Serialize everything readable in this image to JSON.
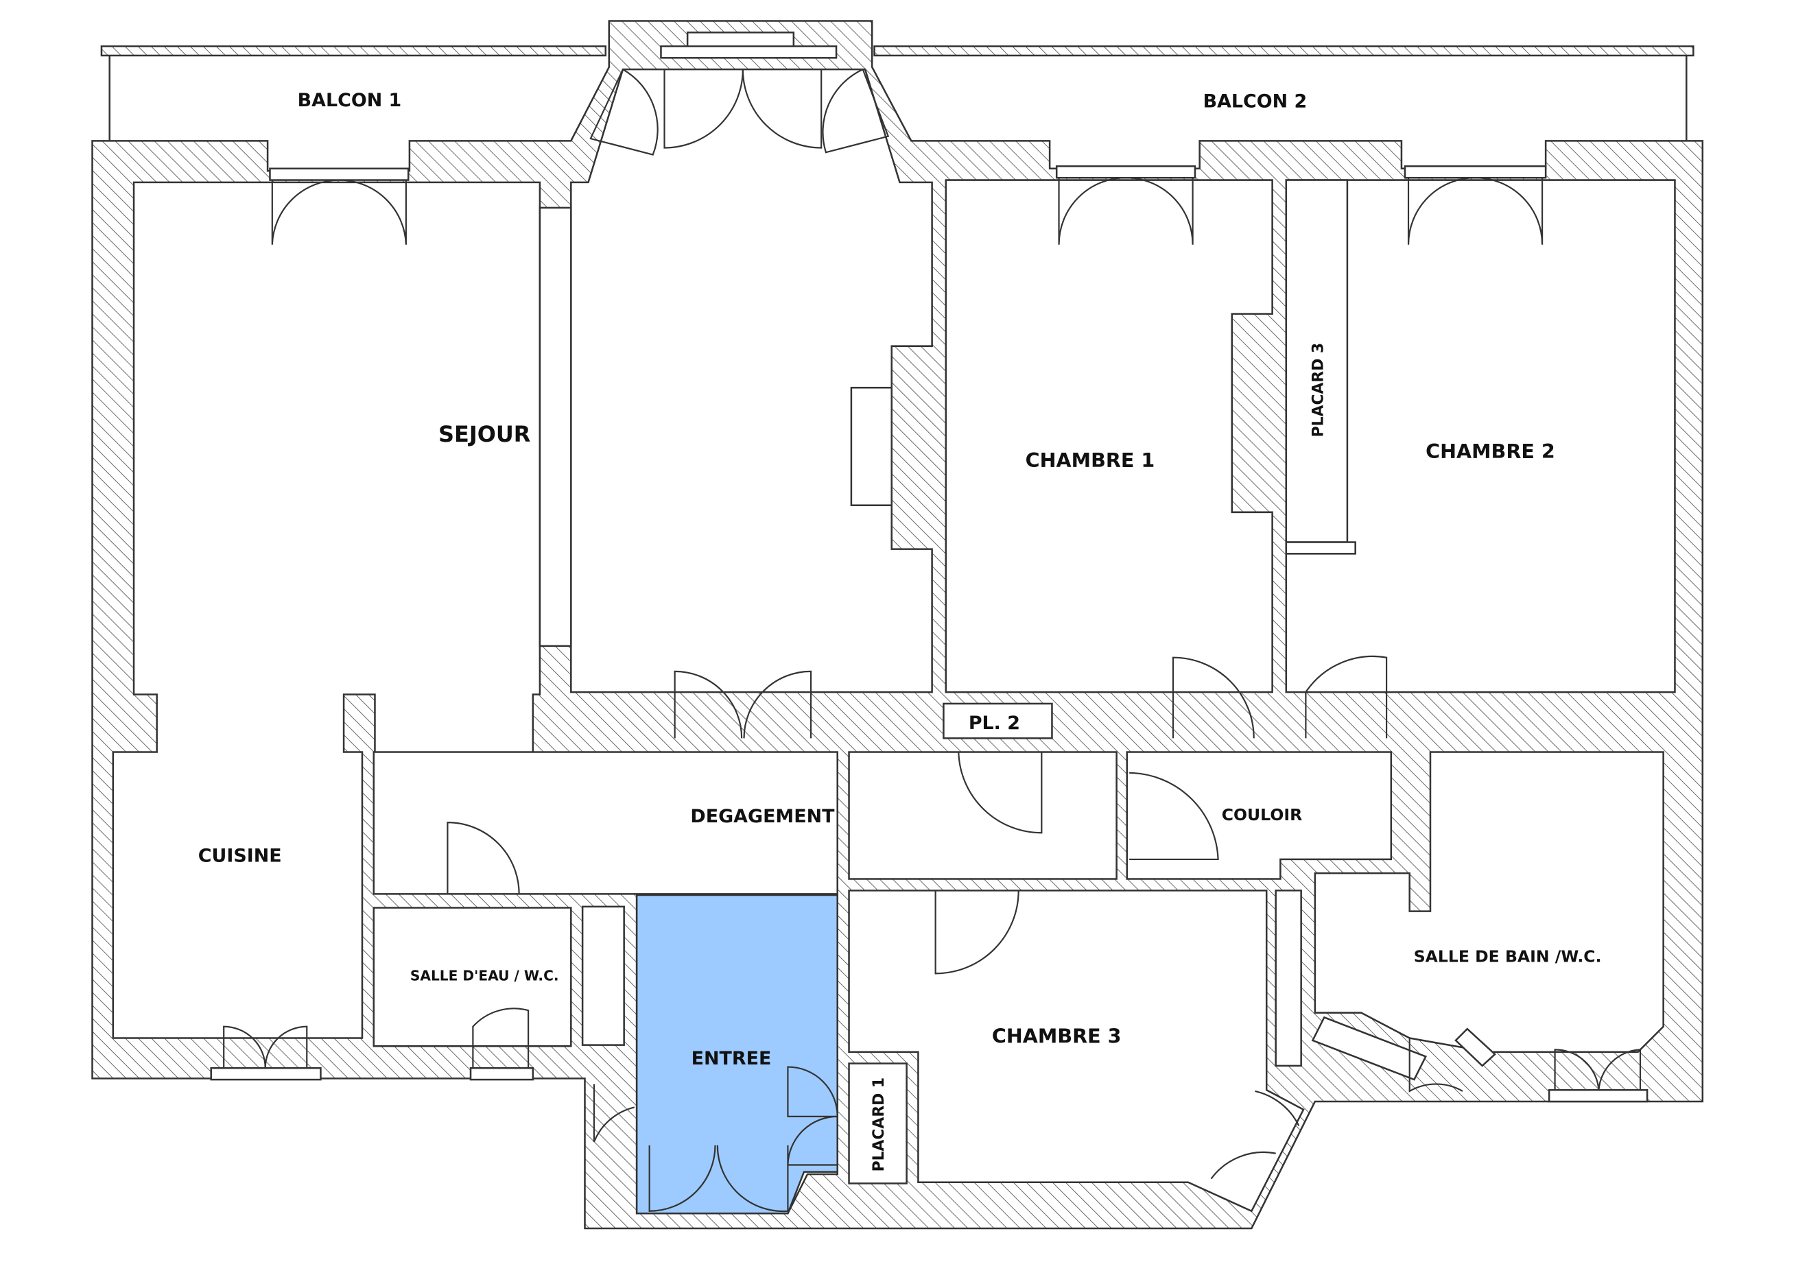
{
  "colors": {
    "wall_line": "#333333",
    "hatch": "#555555",
    "background": "#ffffff",
    "highlight": "#9ecbff"
  },
  "rooms": {
    "balcon1": "BALCON 1",
    "balcon2": "BALCON 2",
    "sejour": "SEJOUR",
    "chambre1": "CHAMBRE 1",
    "placard3": "PLACARD 3",
    "chambre2": "CHAMBRE 2",
    "pl2": "PL. 2",
    "degagement": "DEGAGEMENT",
    "couloir": "COULOIR",
    "cuisine": "CUISINE",
    "salle_eau": "SALLE D'EAU / W.C.",
    "entree": "ENTREE",
    "placard1": "PLACARD 1",
    "chambre3": "CHAMBRE 3",
    "salle_bain": "SALLE DE BAIN /W.C."
  },
  "highlighted_room": "ENTREE"
}
